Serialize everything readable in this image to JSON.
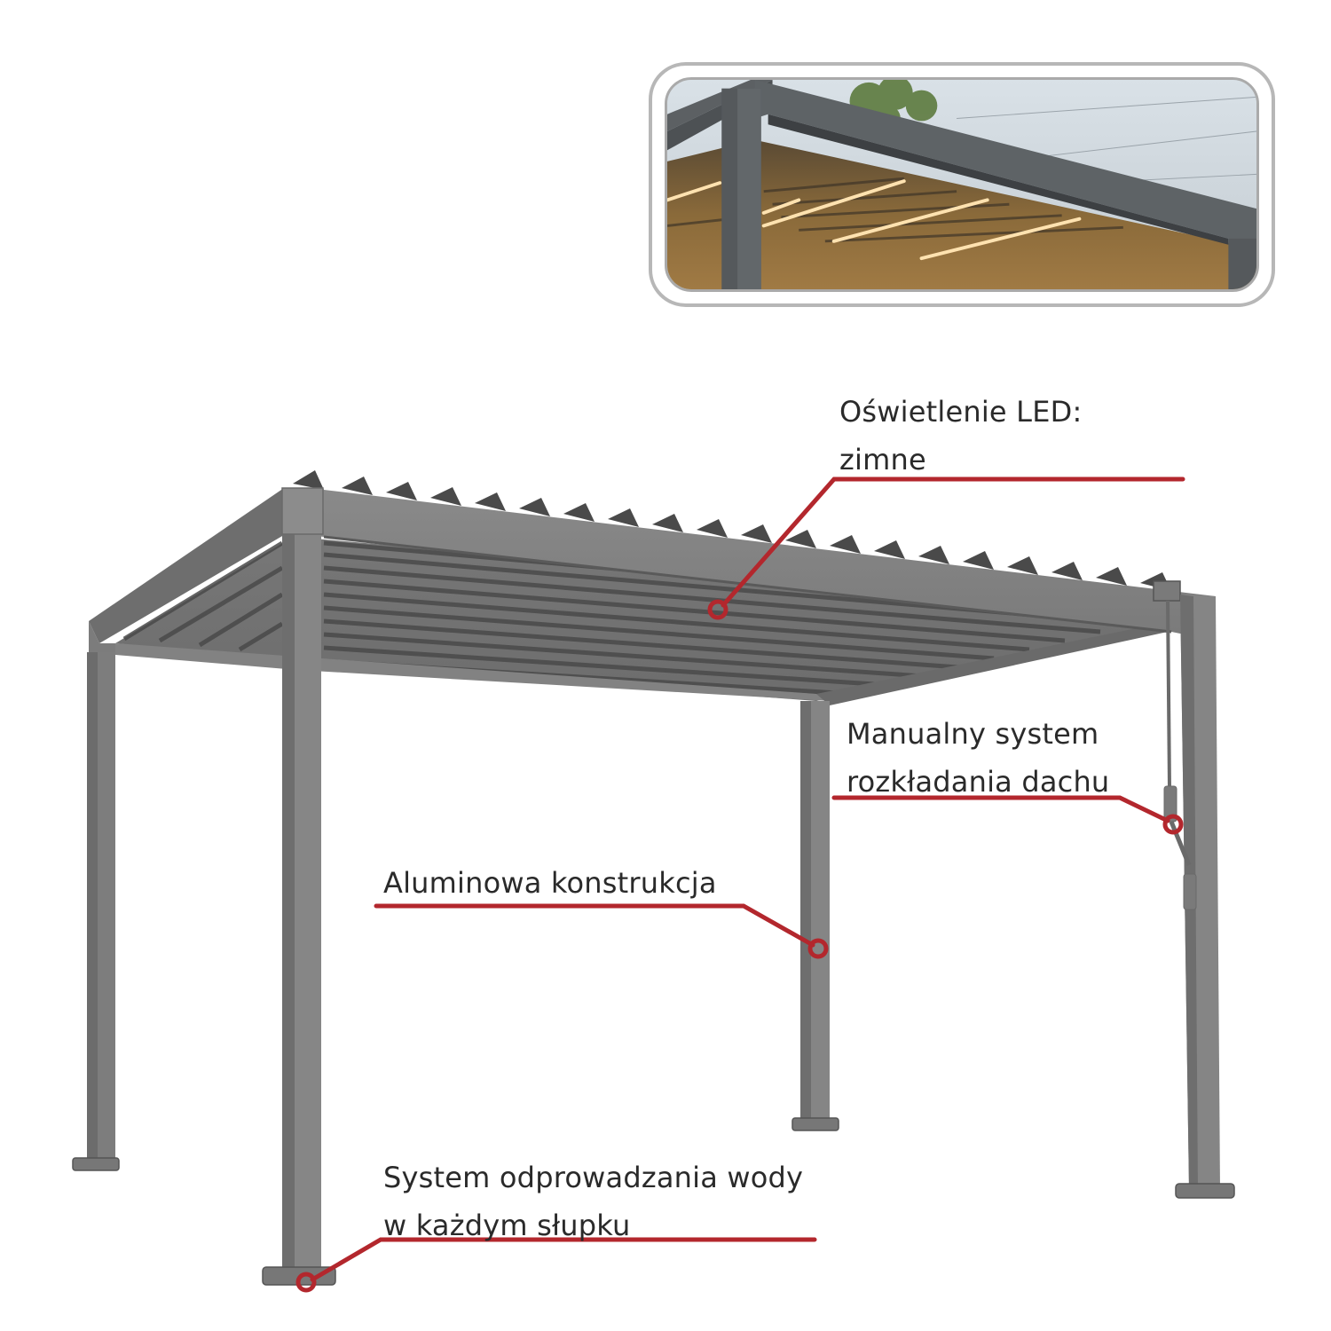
{
  "inset_photo": {
    "description": "Close-up photo of pergola corner with warm LED strips under louvres",
    "led_color": "#f6c98a",
    "frame_color": "#b7b7b7"
  },
  "callouts": [
    {
      "id": "led",
      "lines": [
        "Oświetlenie LED:",
        "zimne"
      ]
    },
    {
      "id": "manual",
      "lines": [
        "Manualny system",
        "rozkładania dachu"
      ]
    },
    {
      "id": "aluminium",
      "lines": [
        "Aluminowa konstrukcja"
      ]
    },
    {
      "id": "drainage",
      "lines": [
        "System odprowadzania wody",
        "w każdym słupku"
      ]
    }
  ],
  "colors": {
    "callout_line": "#b3272d",
    "text": "#2a2a2a",
    "frame_gray": "#7b7b7b",
    "frame_dark": "#5e5e5e",
    "frame_light": "#8c8c8c"
  }
}
